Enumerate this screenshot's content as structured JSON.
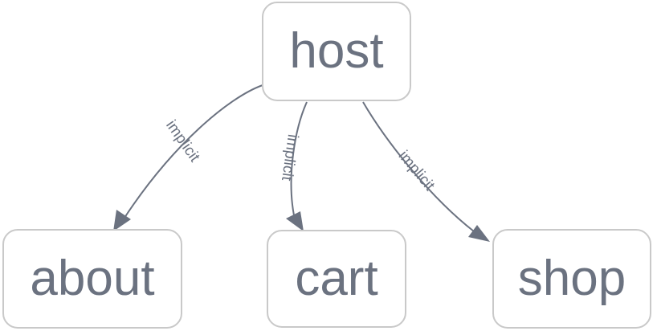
{
  "diagram": {
    "type": "directed-graph",
    "background_color": "#ffffff",
    "node_border_color": "#c9c9c9",
    "node_fill_color": "#ffffff",
    "text_color": "#6b7280",
    "edge_color": "#6b7280",
    "nodes": [
      {
        "id": "host",
        "label": "host"
      },
      {
        "id": "about",
        "label": "about"
      },
      {
        "id": "cart",
        "label": "cart"
      },
      {
        "id": "shop",
        "label": "shop"
      }
    ],
    "edges": [
      {
        "id": "host-about",
        "from": "host",
        "to": "about",
        "label": "implicit"
      },
      {
        "id": "host-cart",
        "from": "host",
        "to": "cart",
        "label": "implicit"
      },
      {
        "id": "host-shop",
        "from": "host",
        "to": "shop",
        "label": "implicit"
      }
    ]
  }
}
